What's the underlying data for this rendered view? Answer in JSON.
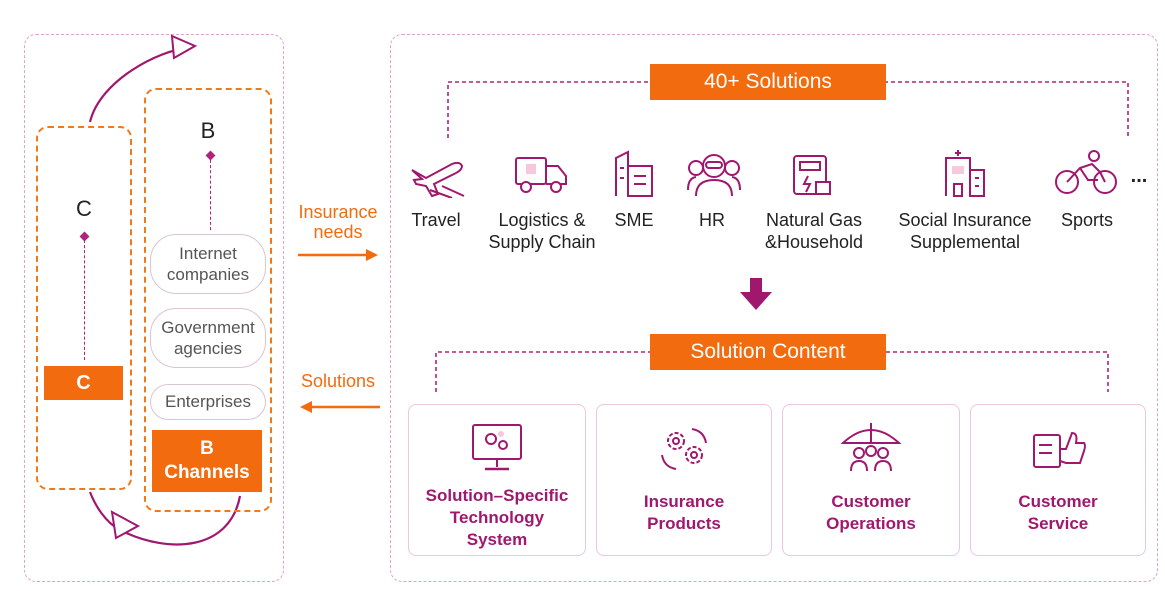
{
  "left": {
    "c_letter": "C",
    "c_label": "C",
    "b_letter": "B",
    "b_label_line1": "B",
    "b_label_line2": "Channels",
    "pills": [
      {
        "line1": "Internet",
        "line2": "companies"
      },
      {
        "line1": "Government",
        "line2": "agencies"
      },
      {
        "line1": "Enterprises",
        "line2": ""
      }
    ]
  },
  "middle": {
    "needs_line1": "Insurance",
    "needs_line2": "needs",
    "solutions_label": "Solutions"
  },
  "right": {
    "solutions_title": "40+ Solutions",
    "industries": [
      {
        "icon": "airplane-icon",
        "line1": "Travel",
        "line2": ""
      },
      {
        "icon": "truck-icon",
        "line1": "Logistics &",
        "line2": "Supply Chain"
      },
      {
        "icon": "building-icon",
        "line1": "SME",
        "line2": ""
      },
      {
        "icon": "people-icon",
        "line1": "HR",
        "line2": ""
      },
      {
        "icon": "gas-meter-icon",
        "line1": "Natural Gas",
        "line2": "&Household"
      },
      {
        "icon": "hospital-icon",
        "line1": "Social Insurance",
        "line2": "Supplemental"
      },
      {
        "icon": "cyclist-icon",
        "line1": "Sports",
        "line2": ""
      }
    ],
    "ellipsis": "...",
    "content_title": "Solution Content",
    "cards": [
      {
        "icon": "monitor-gears-icon",
        "line1": "Solution–Specific",
        "line2": "Technology",
        "line3": "System"
      },
      {
        "icon": "gears-cycle-icon",
        "line1": "Insurance",
        "line2": "Products",
        "line3": ""
      },
      {
        "icon": "umbrella-people-icon",
        "line1": "Customer",
        "line2": "Operations",
        "line3": ""
      },
      {
        "icon": "thumbs-up-icon",
        "line1": "Customer",
        "line2": "Service",
        "line3": ""
      }
    ]
  },
  "colors": {
    "orange": "#f26b0f",
    "magenta": "#a0186e",
    "panel_border": "#d9a3cf"
  }
}
